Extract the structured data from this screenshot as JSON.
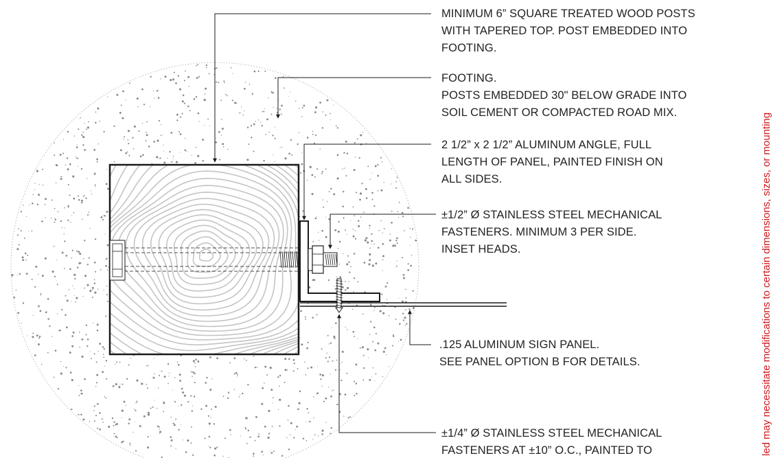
{
  "callouts": {
    "post": {
      "lines": [
        "MINIMUM 6” SQUARE TREATED WOOD POSTS",
        "WITH TAPERED TOP. POST EMBEDDED INTO",
        "FOOTING."
      ]
    },
    "footing": {
      "lines": [
        "FOOTING.",
        "POSTS EMBEDDED 30\" BELOW GRADE INTO",
        "SOIL CEMENT OR COMPACTED ROAD MIX."
      ]
    },
    "angle": {
      "lines": [
        "2 1/2” x 2 1/2” ALUMINUM ANGLE, FULL",
        "LENGTH OF PANEL, PAINTED FINISH ON",
        "ALL SIDES."
      ]
    },
    "fasteners_half": {
      "lines": [
        "±1/2” Ø STAINLESS STEEL MECHANICAL",
        "FASTENERS. MINIMUM 3 PER SIDE.",
        "INSET HEADS."
      ]
    },
    "panel": {
      "lines": [
        ".125 ALUMINUM SIGN PANEL.",
        "SEE PANEL OPTION B FOR DETAILS."
      ]
    },
    "fasteners_quarter": {
      "lines": [
        "±1/4” Ø STAINLESS STEEL MECHANICAL",
        "FASTENERS AT ±10” O.C., PAINTED TO"
      ]
    }
  },
  "side_note": "led may necessitate modifications to certain dimensions, sizes, or mounting",
  "colors": {
    "ink": "#1a1a1a",
    "text": "#222222",
    "concrete_dot": "#8a8a8a",
    "wood_grain": "#c4c4c4",
    "note_red": "#d0191e"
  }
}
